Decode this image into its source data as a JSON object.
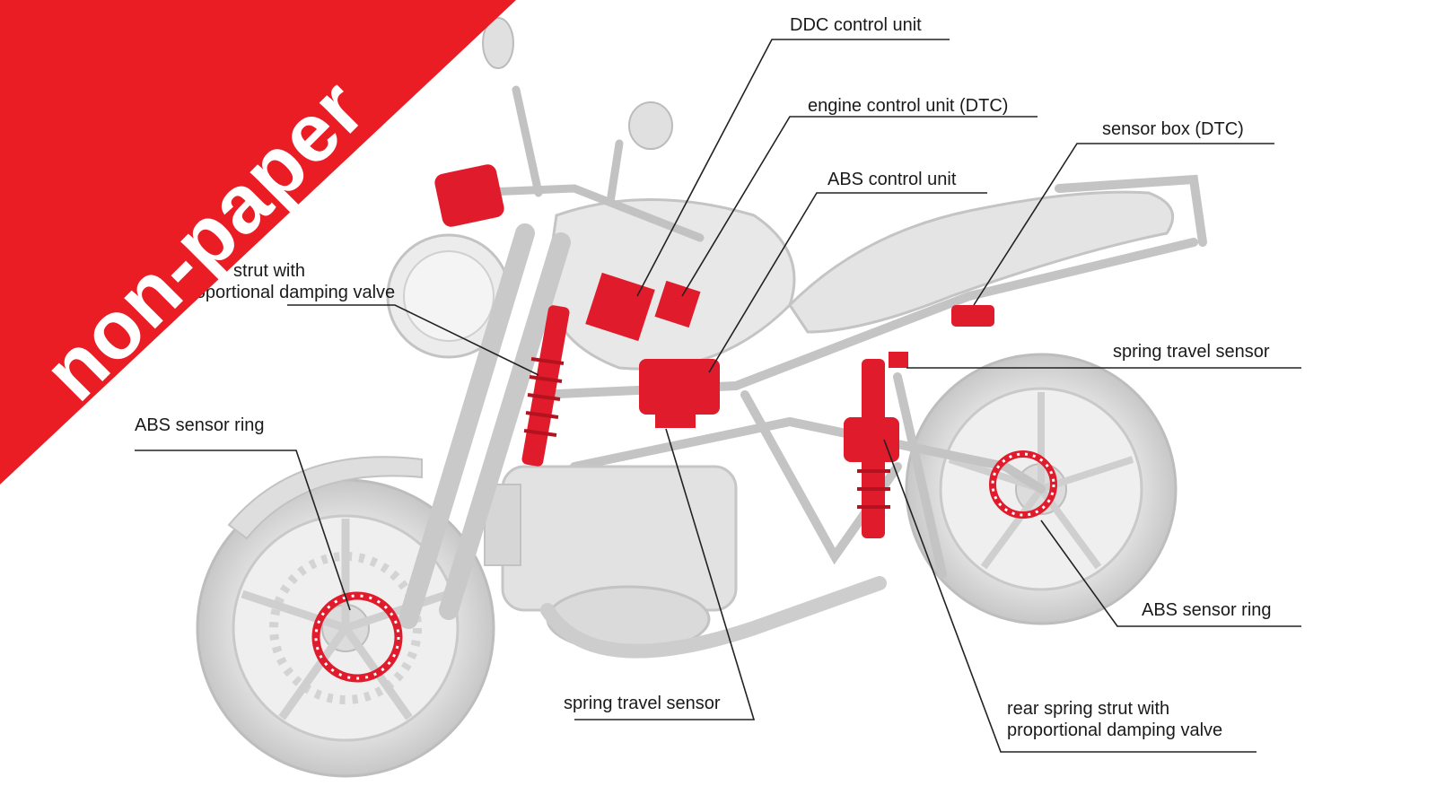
{
  "labels": {
    "ddc_control_unit": "DDC control unit",
    "engine_control_unit": "engine control unit (DTC)",
    "sensor_box": "sensor box (DTC)",
    "abs_control_unit": "ABS control unit",
    "front_strut_line1": "spring strut with",
    "front_strut_line2": "proportional damping valve",
    "spring_travel_sensor_rear": "spring travel sensor",
    "abs_sensor_ring_front": "ABS sensor ring",
    "abs_sensor_ring_rear": "ABS sensor ring",
    "spring_travel_sensor_front": "spring travel sensor",
    "rear_strut_line1": "rear spring strut with",
    "rear_strut_line2": "proportional damping valve"
  },
  "banner": {
    "text": "non-paper",
    "color": "#ea1c24"
  },
  "colors": {
    "highlight": "#e01b2b",
    "bike_body": "#d9d9d9",
    "bike_outline": "#b5b5b5",
    "leader_line": "#222222"
  }
}
